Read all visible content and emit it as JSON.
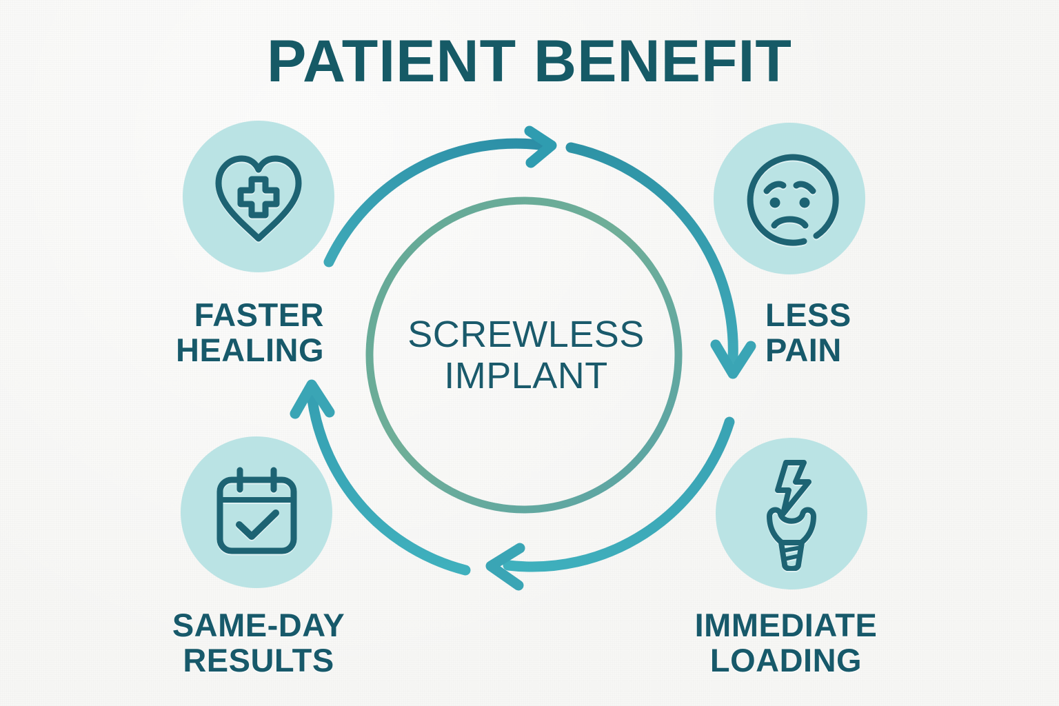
{
  "page": {
    "title": "PATIENT BENEFIT",
    "background_color": "#f7f7f5"
  },
  "colors": {
    "title_text": "#165a66",
    "label_text": "#17596a",
    "bubble_fill": "#bae3e4",
    "icon_stroke": "#1d6373",
    "arrow_teal": "#3aa5b5",
    "arrow_teal_dark": "#2a8ba0",
    "inner_ring_green": "#6aa88f",
    "inner_ring_teal": "#52a3a8",
    "center_text": "#1a5a6b"
  },
  "center": {
    "line1": "SCREWLESS",
    "line2": "IMPLANT",
    "text": "SCREWLESS\nIMPLANT"
  },
  "benefits": [
    {
      "id": "faster-healing",
      "label": "FASTER\nHEALING",
      "line1": "FASTER",
      "line2": "HEALING",
      "icon": "heart-plus-icon",
      "position": "top-left"
    },
    {
      "id": "less-pain",
      "label": "LESS\nPAIN",
      "line1": "LESS",
      "line2": "PAIN",
      "icon": "sad-face-icon",
      "position": "top-right"
    },
    {
      "id": "immediate-loading",
      "label": "IMMEDIATE\nLOADING",
      "line1": "IMMEDIATE",
      "line2": "LOADING",
      "icon": "dental-implant-bolt-icon",
      "position": "bottom-right"
    },
    {
      "id": "same-day-results",
      "label": "SAME-DAY\nRESULTS",
      "line1": "SAME-DAY",
      "line2": "RESULTS",
      "icon": "calendar-check-icon",
      "position": "bottom-left"
    }
  ],
  "cycle": {
    "direction": "clockwise",
    "arrow_count": 4,
    "arrows": [
      {
        "id": "arrow-to-less-pain",
        "icon": "arrow-arc-right-icon"
      },
      {
        "id": "arrow-to-immediate-loading",
        "icon": "arrow-arc-down-icon"
      },
      {
        "id": "arrow-to-same-day-results",
        "icon": "arrow-arc-left-icon"
      },
      {
        "id": "arrow-to-faster-healing",
        "icon": "arrow-arc-up-icon"
      }
    ]
  }
}
